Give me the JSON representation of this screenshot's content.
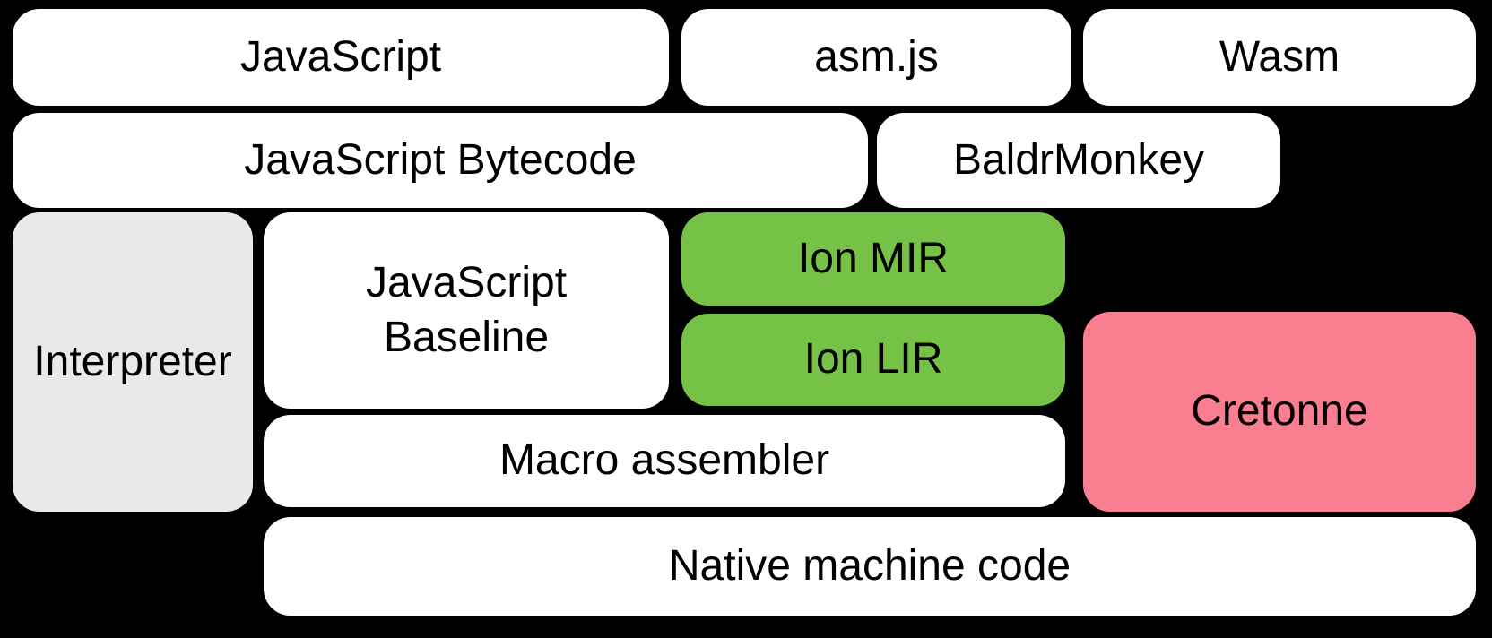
{
  "diagram": {
    "palette": {
      "background": "#000000",
      "box_white": "#ffffff",
      "box_gray": "#e9e9e9",
      "box_green": "#76c247",
      "box_pink": "#f87e90",
      "text": "#000000"
    },
    "nodes": {
      "javascript": {
        "label": "JavaScript",
        "fill": "#ffffff"
      },
      "asmjs": {
        "label": "asm.js",
        "fill": "#ffffff"
      },
      "wasm": {
        "label": "Wasm",
        "fill": "#ffffff"
      },
      "bytecode": {
        "label": "JavaScript Bytecode",
        "fill": "#ffffff"
      },
      "baldrmonkey": {
        "label": "BaldrMonkey",
        "fill": "#ffffff"
      },
      "interpreter": {
        "label": "Interpreter",
        "fill": "#e9e9e9"
      },
      "baseline": {
        "label": "JavaScript Baseline",
        "fill": "#ffffff"
      },
      "ion_mir": {
        "label": "Ion MIR",
        "fill": "#76c247"
      },
      "ion_lir": {
        "label": "Ion LIR",
        "fill": "#76c247"
      },
      "cretonne": {
        "label": "Cretonne",
        "fill": "#f87e90"
      },
      "macro_assembler": {
        "label": "Macro assembler",
        "fill": "#ffffff"
      },
      "native_code": {
        "label": "Native machine code",
        "fill": "#ffffff"
      }
    }
  }
}
